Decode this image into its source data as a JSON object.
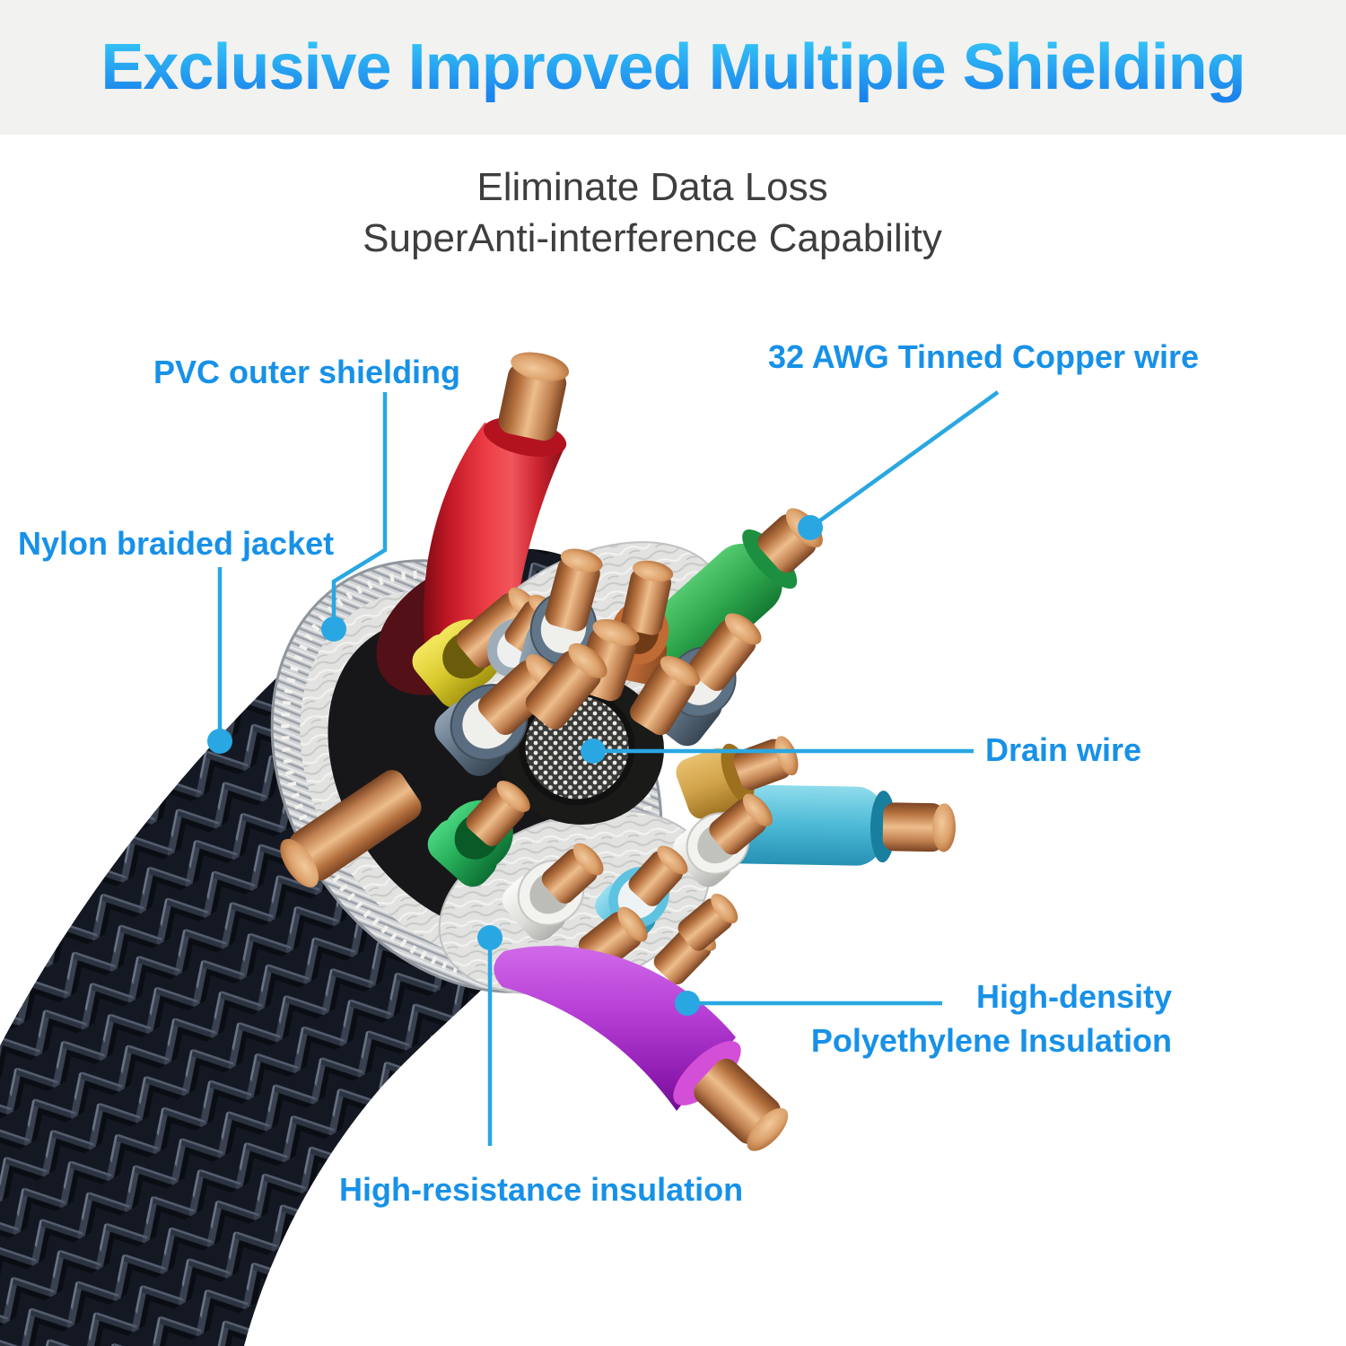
{
  "banner": {
    "title": "Exclusive Improved Multiple Shielding"
  },
  "subtitle": {
    "line1": "Eliminate Data Loss",
    "line2": "SuperAnti-interference Capability"
  },
  "callouts": {
    "pvc": {
      "label": "PVC outer shielding"
    },
    "nylon": {
      "label": "Nylon braided jacket"
    },
    "awg": {
      "label": "32 AWG Tinned Copper wire"
    },
    "drain": {
      "label": "Drain wire"
    },
    "high_density": {
      "label_line1": "High-density",
      "label_line2": "Polyethylene Insulation"
    },
    "high_resistance": {
      "label": "High-resistance insulation"
    }
  },
  "colors": {
    "accent_blue_text": "#1791e8",
    "callout_line": "#29a7e2",
    "title_gradient_top": "#38c9f8",
    "title_gradient_bottom": "#1b83ec",
    "banner_background": "#f2f2f0",
    "subtitle_text": "#3e3e3e",
    "copper": "#c98850",
    "wire_red": "#e8353f",
    "wire_green": "#2fa84e",
    "wire_yellow": "#d9c92e",
    "wire_purple": "#b73fd6",
    "wire_cyan": "#4cb9d6",
    "wire_teal": "#23a855",
    "wire_slate": "#5d7082",
    "wire_orange": "#bd6a36",
    "wire_tan": "#d2a44a",
    "braid_dark": "#14171f",
    "shield_silver": "#d2d4d6",
    "foil_silver": "#e2e3e1"
  }
}
